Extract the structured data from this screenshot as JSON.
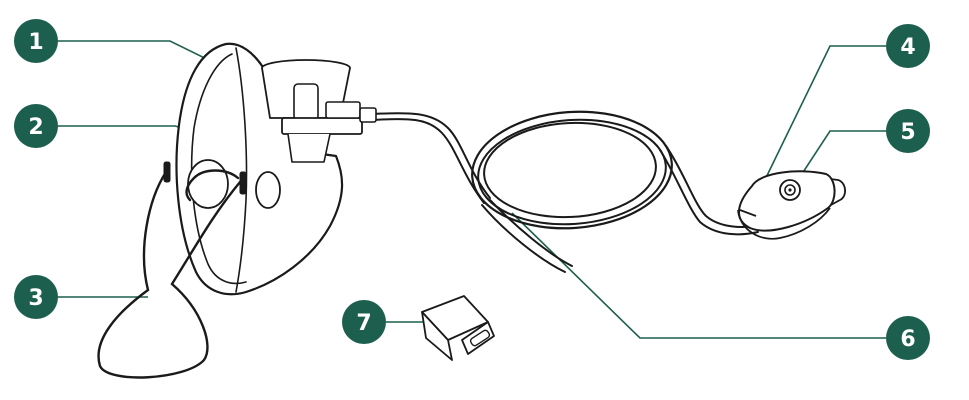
{
  "colors": {
    "callout_fill": "#1c5f4e",
    "callout_text": "#ffffff",
    "leader_line": "#1c5f4e",
    "outline": "#1a1a1a",
    "mask_fill": "#ffffff",
    "background": "#ffffff"
  },
  "callouts": [
    {
      "number": "1",
      "part": "medicine-cup"
    },
    {
      "number": "2",
      "part": "face-mask"
    },
    {
      "number": "3",
      "part": "elastic-strap"
    },
    {
      "number": "4",
      "part": "nebulizer-unit"
    },
    {
      "number": "5",
      "part": "power-button"
    },
    {
      "number": "6",
      "part": "connection-cable"
    },
    {
      "number": "7",
      "part": "usb-c-adapter"
    }
  ]
}
